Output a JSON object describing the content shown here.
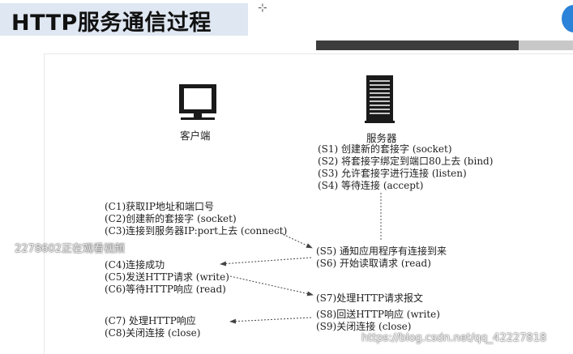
{
  "slide": {
    "title": "HTTP服务通信过程",
    "cursor_glyph": "⊹"
  },
  "diagram": {
    "client_label": "客户端",
    "server_label": "服务器",
    "client_icon": "computer-monitor-icon",
    "server_icon": "server-rack-icon",
    "server_steps_top": [
      "(S1) 创建新的套接字 (socket)",
      "(S2) 将套接字绑定到端口80上去 (bind)",
      "(S3) 允许套接字进行连接 (listen)",
      "(S4) 等待连接 (accept)"
    ],
    "client_steps_top": [
      "(C1)获取IP地址和端口号",
      "(C2)创建新的套接字 (socket)",
      "(C3)连接到服务器IP:port上去 (connect)"
    ],
    "server_steps_mid": [
      "(S5) 通知应用程序有连接到来",
      "(S6) 开始读取请求 (read)"
    ],
    "client_steps_mid": [
      "(C4)连接成功",
      "(C5)发送HTTP请求 (write)",
      "(C6)等待HTTP响应 (read)"
    ],
    "server_step_s7": "(S7)处理HTTP请求报文",
    "server_steps_bottom": [
      "(S8)回送HTTP响应 (write)",
      "(S9)关闭连接 (close)"
    ],
    "client_steps_bottom": [
      "(C7) 处理HTTP响应",
      "(C8)关闭连接 (close)"
    ]
  },
  "overlays": {
    "viewer_watermark": "2278602正在观看视频",
    "blog_watermark": "https://blog.csdn.net/qq_42227818"
  },
  "colors": {
    "title_bg": "#dfe7f2",
    "dark_bar": "#3c3c3c",
    "light_bar": "#c8c8c8",
    "logo": "#2b82d9"
  }
}
